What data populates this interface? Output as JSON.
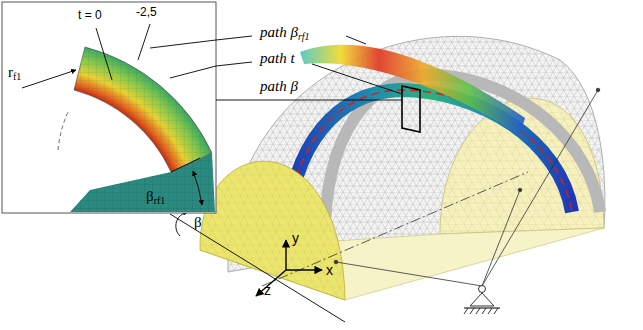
{
  "diagram": {
    "labels": [
      "t = 0",
      "-2,5",
      "r",
      "f1",
      "β",
      "rf1",
      "path β",
      "rf1",
      "path t",
      "path β",
      "β",
      "y",
      "z",
      "x"
    ]
  }
}
